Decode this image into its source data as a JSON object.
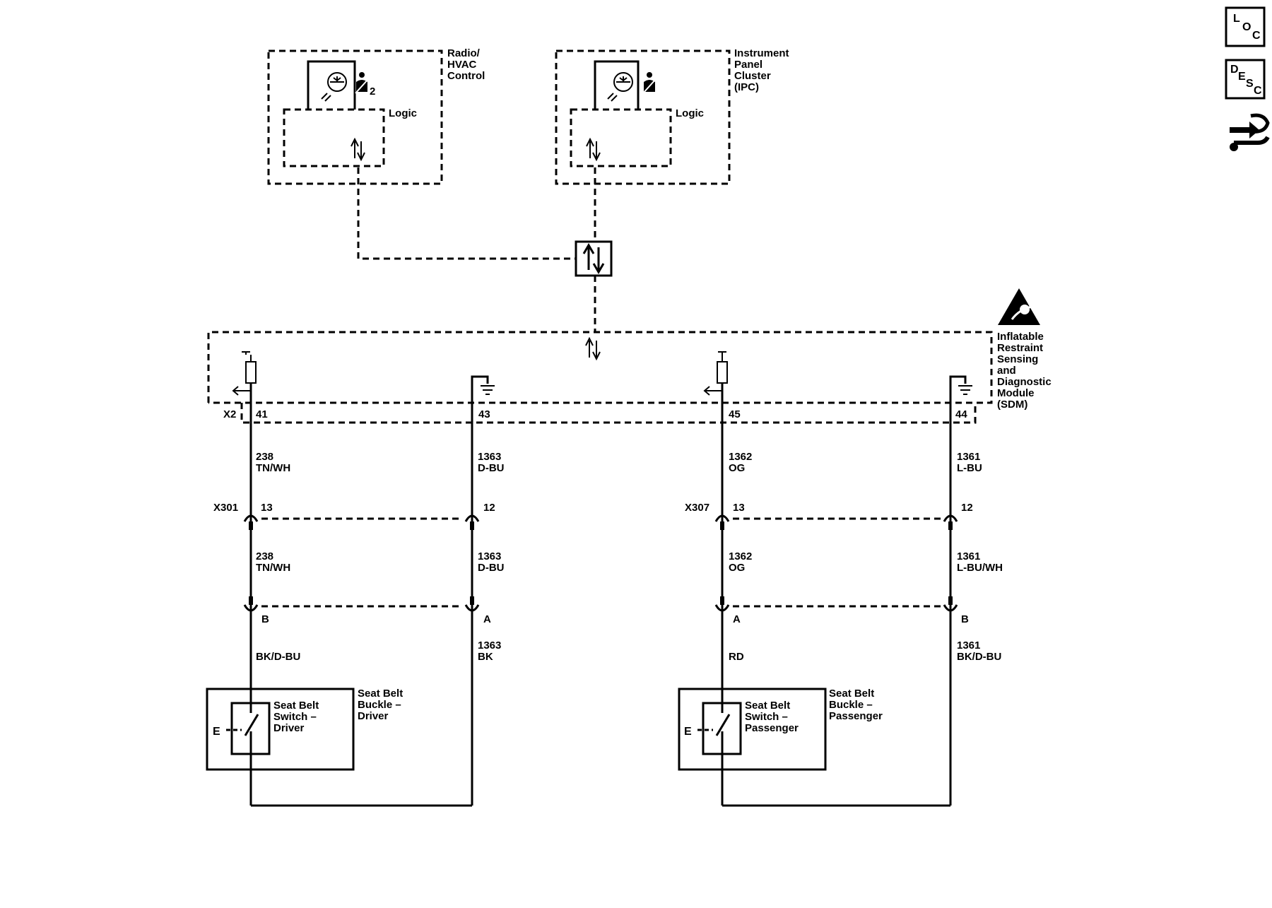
{
  "modules": {
    "radio_hvac": {
      "label": [
        "Radio/",
        "HVAC",
        "Control"
      ],
      "logic": "Logic",
      "indicator_num": "2"
    },
    "ipc": {
      "label": [
        "Instrument",
        "Panel",
        "Cluster",
        "(IPC)"
      ],
      "logic": "Logic"
    },
    "sdm": {
      "label": [
        "Inflatable",
        "Restraint",
        "Sensing",
        "and",
        "Diagnostic",
        "Module",
        "(SDM)"
      ],
      "connector": "X2"
    }
  },
  "pins": {
    "p41": "41",
    "p43": "43",
    "p45": "45",
    "p44": "44"
  },
  "wires_upper": {
    "w1": [
      "238",
      "TN/WH"
    ],
    "w2": [
      "1363",
      "D-BU"
    ],
    "w3": [
      "1362",
      "OG"
    ],
    "w4": [
      "1361",
      "L-BU"
    ]
  },
  "inline_connectors": {
    "x301": {
      "name": "X301",
      "pin_left": "13",
      "pin_right": "12"
    },
    "x307": {
      "name": "X307",
      "pin_left": "13",
      "pin_right": "12"
    }
  },
  "wires_middle": {
    "w1": [
      "238",
      "TN/WH"
    ],
    "w2": [
      "1363",
      "D-BU"
    ],
    "w3": [
      "1362",
      "OG"
    ],
    "w4": [
      "1361",
      "L-BU/WH"
    ]
  },
  "buckle_pins": {
    "driver_left": "B",
    "driver_right": "A",
    "pass_left": "A",
    "pass_right": "B"
  },
  "wires_lower": {
    "w1": [
      "BK/D-BU"
    ],
    "w2": [
      "1363",
      "BK"
    ],
    "w3": [
      "RD"
    ],
    "w4": [
      "1361",
      "BK/D-BU"
    ]
  },
  "components": {
    "driver": {
      "switch": [
        "Seat Belt",
        "Switch –",
        "Driver"
      ],
      "buckle": [
        "Seat Belt",
        "Buckle –",
        "Driver"
      ],
      "ground_symbol": "E"
    },
    "passenger": {
      "switch": [
        "Seat Belt",
        "Switch –",
        "Passenger"
      ],
      "buckle": [
        "Seat Belt",
        "Buckle –",
        "Passenger"
      ],
      "ground_symbol": "E"
    }
  },
  "side_icons": {
    "loc": [
      "L",
      "O",
      "C"
    ],
    "desc": [
      "D",
      "E",
      "S",
      "C"
    ],
    "connector_icon": "connector-repair-icon"
  }
}
